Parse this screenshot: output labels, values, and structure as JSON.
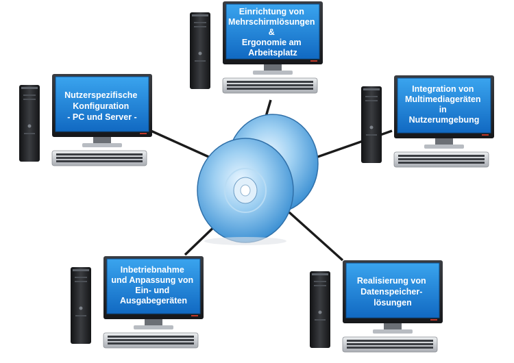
{
  "nodes": [
    {
      "id": "top",
      "lines": [
        "Einrichtung von",
        "Mehrschirmlösungen",
        "&",
        "Ergonomie am",
        "Arbeitsplatz"
      ]
    },
    {
      "id": "left",
      "lines": [
        "Nutzerspezifische",
        "Konfiguration",
        "- PC und Server -"
      ]
    },
    {
      "id": "right",
      "lines": [
        "Integration von",
        "Multimediageräten",
        "in",
        "Nutzerumgebung"
      ]
    },
    {
      "id": "bottom-left",
      "lines": [
        "Inbetriebnahme",
        "und Anpassung von",
        "Ein- und",
        "Ausgabegeräten"
      ]
    },
    {
      "id": "bottom-right",
      "lines": [
        "Realisierung von",
        "Datenspeicher-",
        "lösungen"
      ]
    }
  ],
  "colors": {
    "screen": "#1f86d6",
    "screen_edge": "#0c4f8f",
    "bezel": "#2a2c30",
    "tower": "#222326",
    "keyboard": "#d2d5d9",
    "cable": "#1b1b1b",
    "disc": "#8cc6ec"
  },
  "center_icon": "optical-disc-stack-icon"
}
